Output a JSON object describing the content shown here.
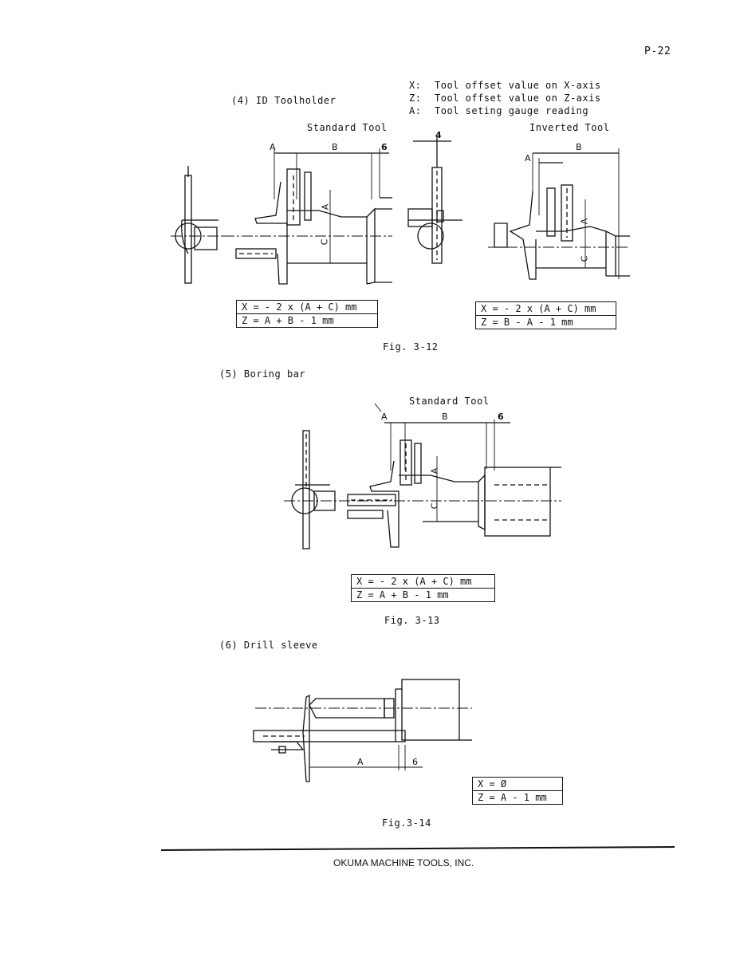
{
  "page_number": "P-22",
  "legend": [
    {
      "key": "X:",
      "text": "Tool offset value on X-axis"
    },
    {
      "key": "Z:",
      "text": "Tool offset value on Z-axis"
    },
    {
      "key": "A:",
      "text": "Tool seting gauge reading"
    }
  ],
  "section4": {
    "heading": "(4)  ID Toolholder",
    "standard_label": "Standard Tool",
    "inverted_label": "Inverted Tool",
    "dim_a": "A",
    "dim_b": "B",
    "dim_c": "C",
    "dim_6": "6",
    "dim_4": "4",
    "formula_standard": {
      "x": "X = - 2 x (A + C) mm",
      "z": "Z = A + B - 1 mm"
    },
    "formula_inverted": {
      "x": "X = - 2 x (A + C) mm",
      "z": "Z = B - A - 1 mm"
    },
    "caption": "Fig. 3-12"
  },
  "section5": {
    "heading": "(5)  Boring bar",
    "standard_label": "Standard Tool",
    "dim_a": "A",
    "dim_b": "B",
    "dim_c": "C",
    "dim_6": "6",
    "formula": {
      "x": "X = - 2 x (A + C) mm",
      "z": "Z = A + B - 1 mm"
    },
    "caption": "Fig. 3-13"
  },
  "section6": {
    "heading": "(6)  Drill sleeve",
    "dim_a": "A",
    "dim_6": "6",
    "formula": {
      "x": "X = Ø",
      "z": "Z = A - 1 mm"
    },
    "caption": "Fig.3-14"
  },
  "footer": "OKUMA MACHINE TOOLS, INC."
}
